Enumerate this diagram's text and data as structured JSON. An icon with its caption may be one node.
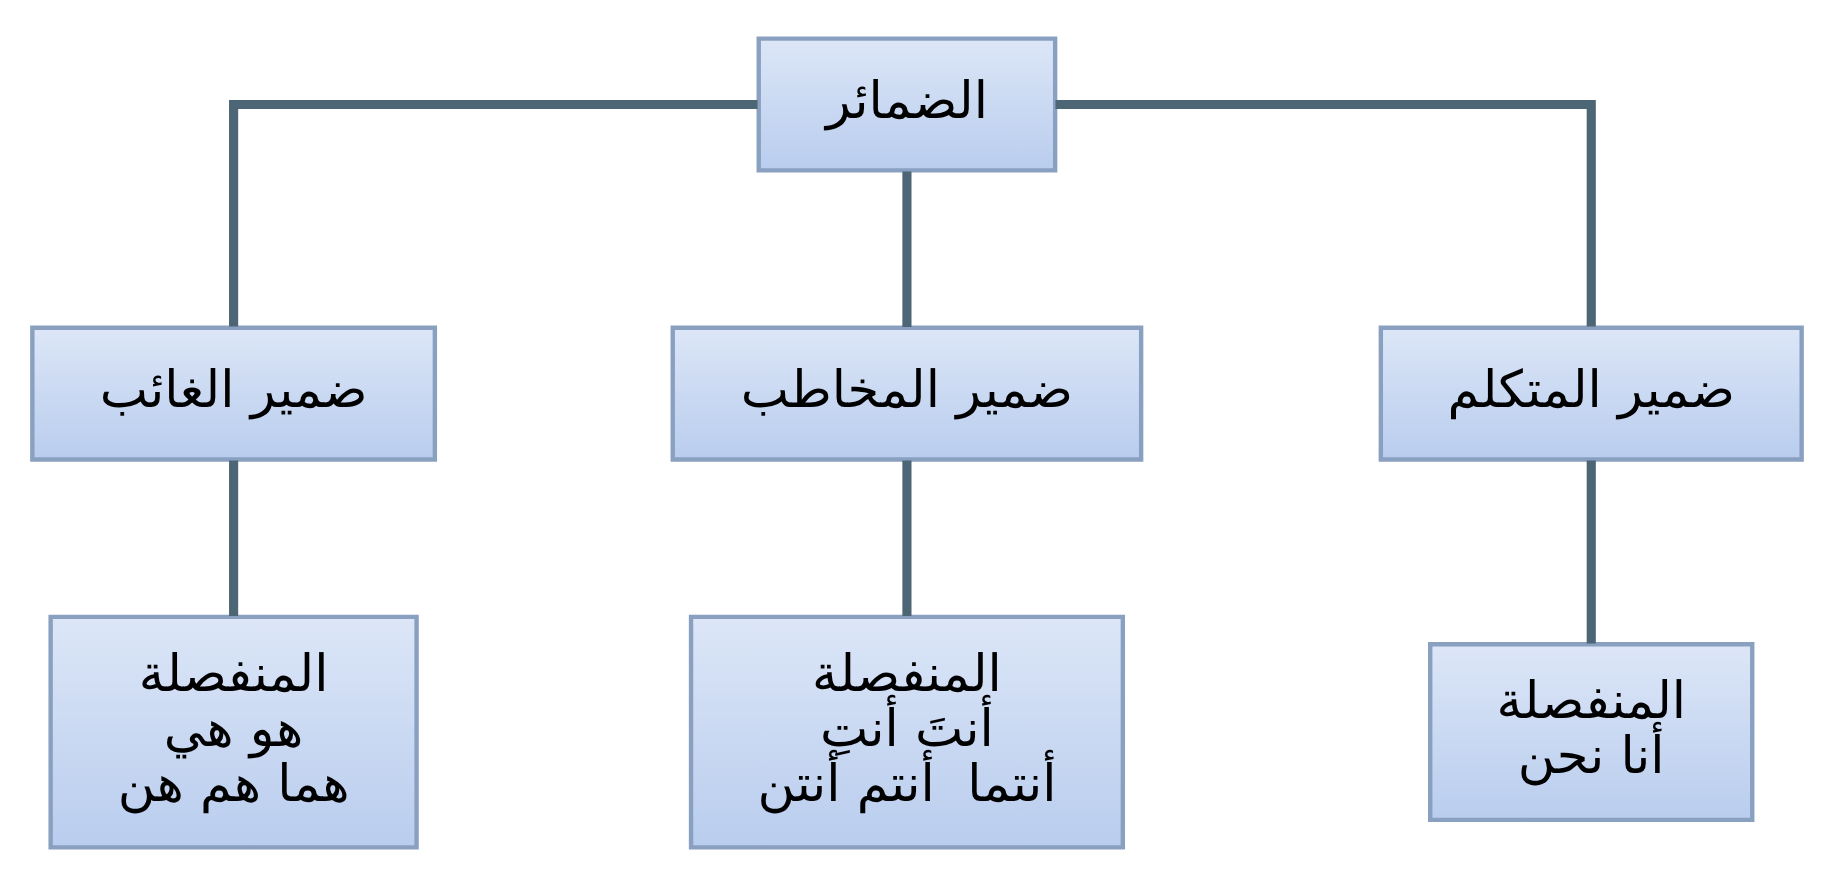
{
  "diagram": {
    "nodes": [
      {
        "text": [
          "الضمائر"
        ]
      },
      {
        "text": [
          "ضمير الغائب"
        ]
      },
      {
        "text": [
          "ضمير المخاطب"
        ]
      },
      {
        "text": [
          "ضمير المتكلم"
        ]
      },
      {
        "text": [
          "المنفصلة",
          "هو هي",
          "هما هم هن"
        ]
      },
      {
        "text": [
          "المنفصلة",
          "أنتَ أنتِ",
          "أنتما  أنتم أنتن"
        ]
      },
      {
        "text": [
          "المنفصلة",
          "أنا نحن"
        ]
      }
    ],
    "edges": [
      {
        "from": 0,
        "to": 1,
        "arrow": "none"
      },
      {
        "from": 0,
        "to": 2,
        "arrow": "none"
      },
      {
        "from": 0,
        "to": 3,
        "arrow": "none"
      },
      {
        "from": 1,
        "to": 4,
        "arrow": "none"
      },
      {
        "from": 2,
        "to": 5,
        "arrow": "none"
      },
      {
        "from": 3,
        "to": 6,
        "arrow": "none"
      }
    ]
  }
}
